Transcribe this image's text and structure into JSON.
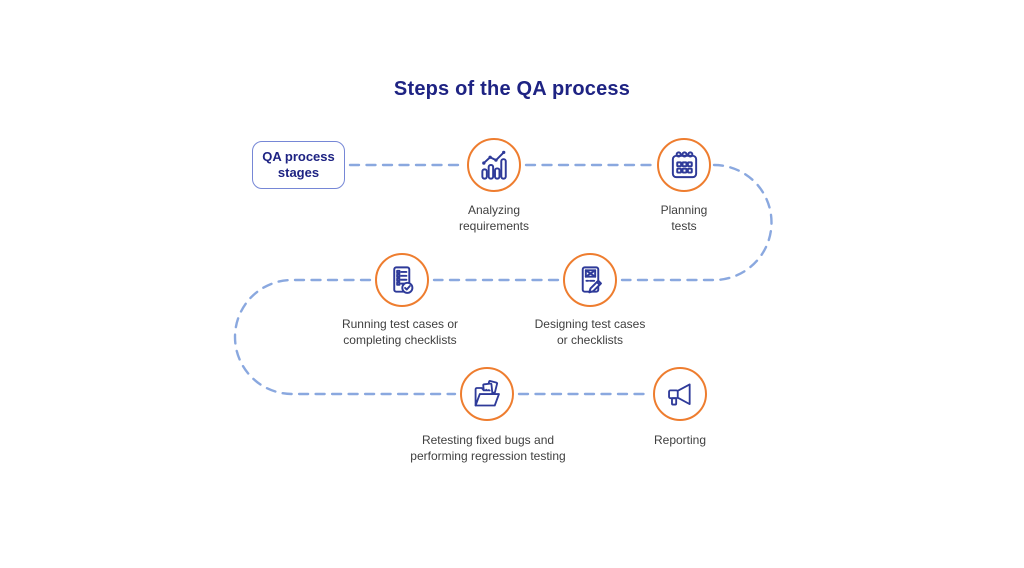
{
  "title": "Steps of the QA process",
  "start_box": {
    "line1": "QA process",
    "line2": "stages"
  },
  "nodes": [
    {
      "id": "analyzing-requirements",
      "icon": "bar-chart-icon",
      "line1": "Analyzing",
      "line2": "requirements"
    },
    {
      "id": "planning-tests",
      "icon": "calendar-icon",
      "line1": "Planning",
      "line2": "tests"
    },
    {
      "id": "designing-test-cases",
      "icon": "document-pencil-icon",
      "line1": "Designing test cases",
      "line2": "or checklists"
    },
    {
      "id": "running-test-cases",
      "icon": "checklist-icon",
      "line1": "Running test cases or",
      "line2": "completing checklists"
    },
    {
      "id": "retesting-fixed-bugs",
      "icon": "folder-documents-icon",
      "line1": "Retesting fixed bugs and",
      "line2": "performing regression testing"
    },
    {
      "id": "reporting",
      "icon": "megaphone-icon",
      "line1": "Reporting",
      "line2": ""
    }
  ],
  "colors": {
    "title_navy": "#1E2383",
    "icon_navy": "#2E3A99",
    "circle_orange": "#EE7D2F",
    "dash_blue": "#8AA8DF",
    "box_border_blue": "#7687D6",
    "label_gray": "#3F3F3F"
  }
}
